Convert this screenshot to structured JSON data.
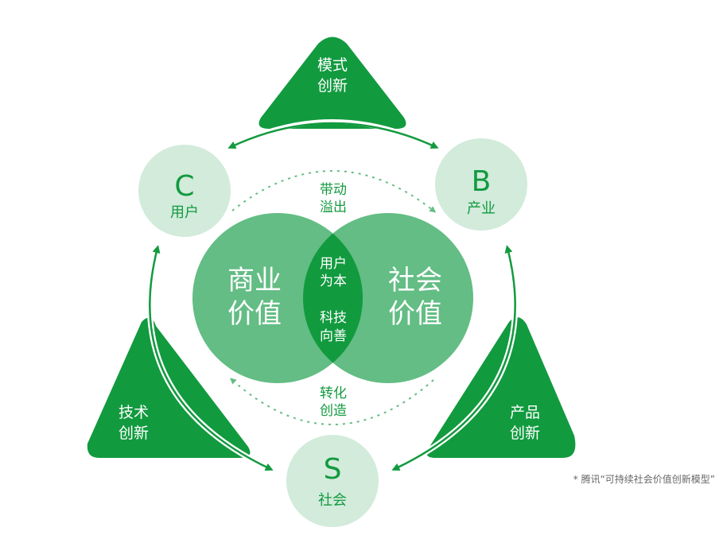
{
  "colors": {
    "dark": "#129a3f",
    "mid": "#63bd84",
    "light": "#d2ebdb",
    "note": "#666666"
  },
  "triangles": {
    "top": [
      "模式",
      "创新"
    ],
    "left": [
      "技术",
      "创新"
    ],
    "right": [
      "产品",
      "创新"
    ]
  },
  "nodes": {
    "c": {
      "letter": "C",
      "label": "用户"
    },
    "b": {
      "letter": "B",
      "label": "产业"
    },
    "s": {
      "letter": "S",
      "label": "社会"
    }
  },
  "venn": {
    "left": [
      "商业",
      "价值"
    ],
    "right": [
      "社会",
      "价值"
    ],
    "center_top": [
      "用户",
      "为本"
    ],
    "center_bottom": [
      "科技",
      "向善"
    ]
  },
  "flows": {
    "top": [
      "带动",
      "溢出"
    ],
    "bottom": [
      "转化",
      "创造"
    ]
  },
  "footnote": "* 腾讯“可持续社会价值创新模型”"
}
